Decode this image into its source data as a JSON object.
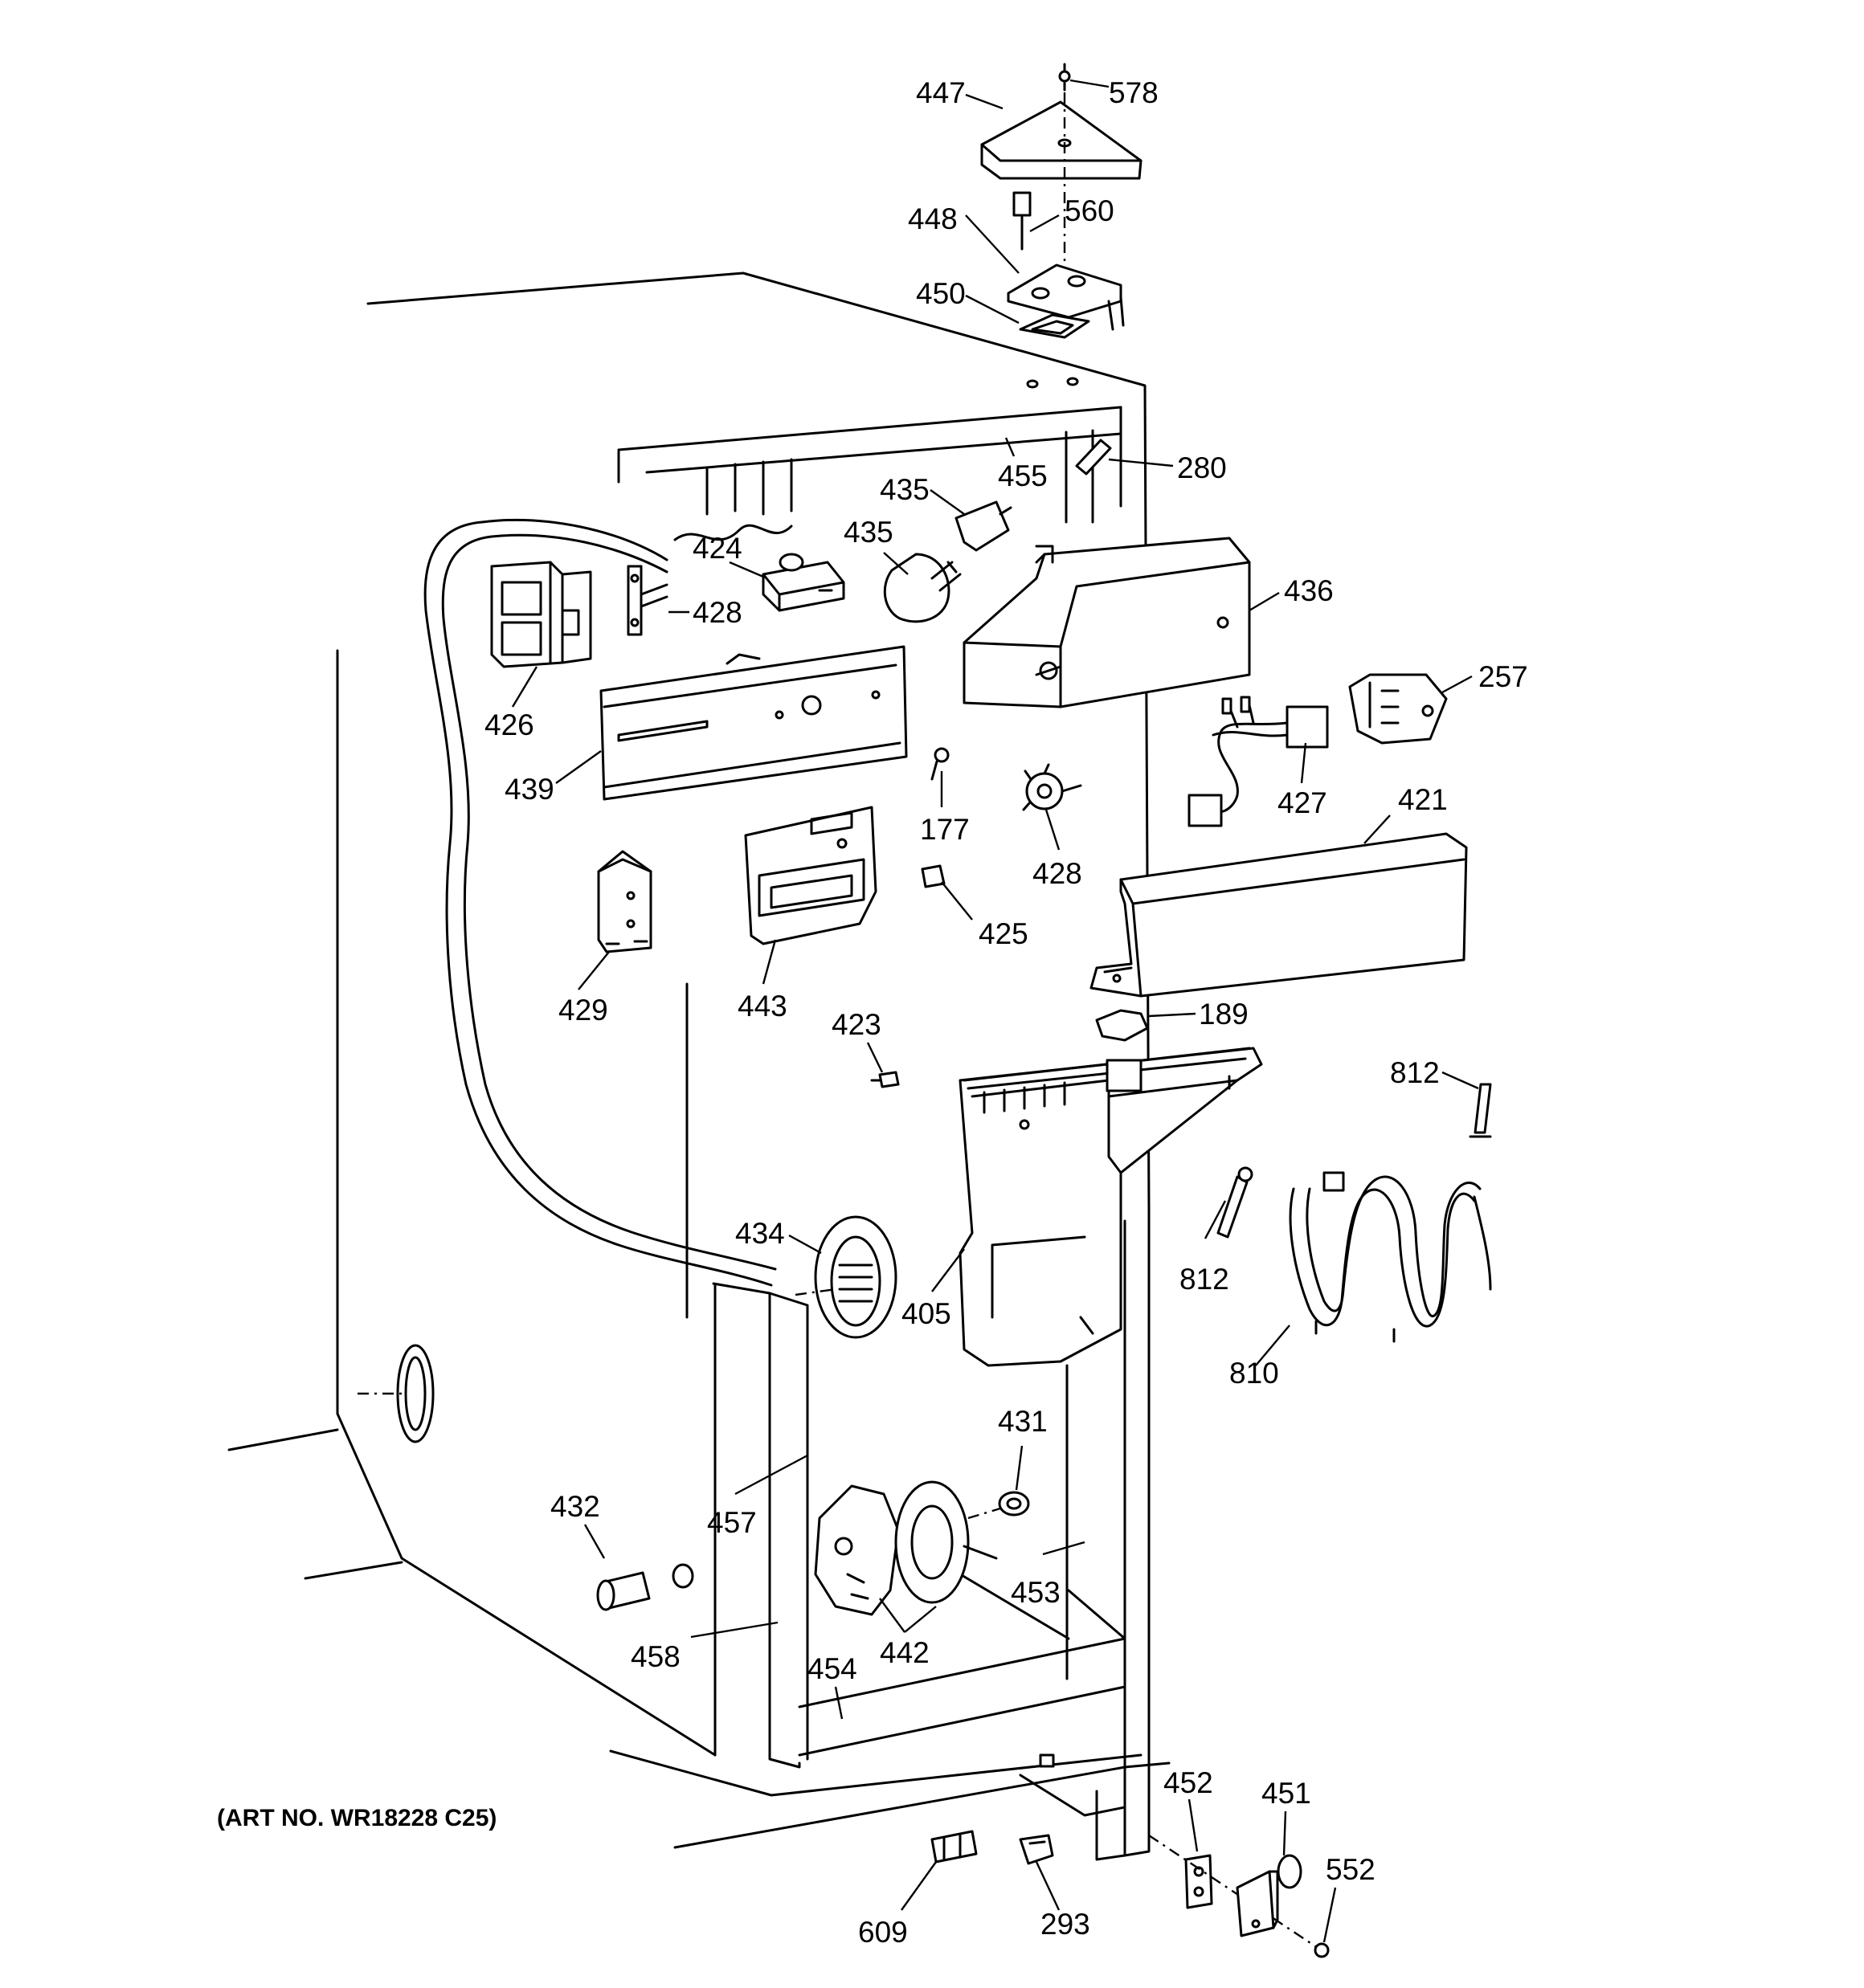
{
  "art_number": "(ART NO. WR18228 C25)",
  "callouts": [
    "447",
    "578",
    "448",
    "560",
    "450",
    "280",
    "455",
    "435",
    "435",
    "424",
    "428",
    "426",
    "436",
    "257",
    "439",
    "177",
    "427",
    "421",
    "428",
    "429",
    "443",
    "425",
    "189",
    "423",
    "812",
    "434",
    "405",
    "812",
    "810",
    "431",
    "432",
    "457",
    "453",
    "458",
    "442",
    "454",
    "452",
    "451",
    "552",
    "609",
    "293"
  ]
}
